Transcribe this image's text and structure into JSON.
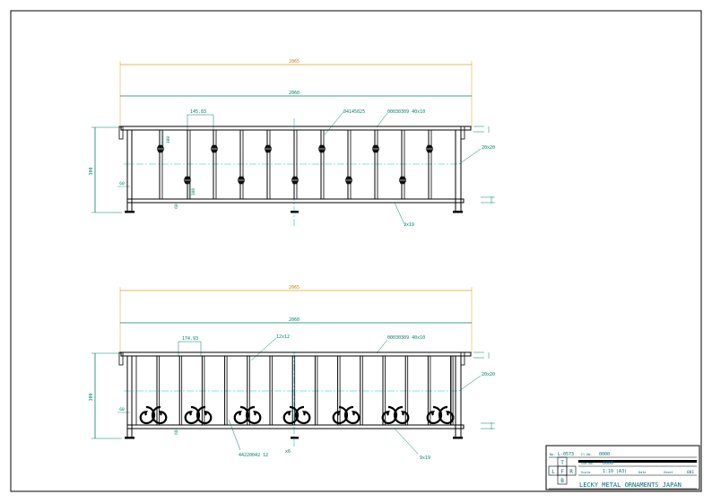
{
  "colors": {
    "dim_orange": "#e0a020",
    "dim_teal": "#00806a",
    "center_cyan": "#00c8e0",
    "frame": "#000000",
    "title_text": "#006a80"
  },
  "drawing1": {
    "overall_dim": "2065",
    "frame_dim": "2060",
    "bay_dim": "145.83",
    "part_code_1": "04145025",
    "part_code_2": "00030309  40x10",
    "height_dim": "300",
    "base_dim": "60",
    "foot_dim": "60",
    "small_dim_top": "100",
    "small_dim_bottom": "100",
    "post_dim": "20x20",
    "bar_dim": "9x19"
  },
  "drawing2": {
    "overall_dim": "2065",
    "frame_dim": "2060",
    "bay_dim": "174.93",
    "part_code_1": "12x12",
    "part_code_2": "00030309  40x10",
    "height_dim": "300",
    "base_dim": "60",
    "foot_dim": "60",
    "scroll_code": "44220042  12",
    "scroll_count": "x6",
    "post_dim": "20x20",
    "bar_dim": "9x19"
  },
  "title_block": {
    "no_label": "No.",
    "no_value": "L-0573",
    "rev_label": "Cl.No.",
    "rev_value": "0000",
    "sub_label": "Sub.No.",
    "sub_value": "0000",
    "scale_label": "Scale",
    "scale_value": "1:10 (A3)",
    "date_label": "Date",
    "sheet_label": "Sheet",
    "sheet_value": "001",
    "company": "LECKY METAL ORNAMENTS JAPAN",
    "view_t": "T",
    "view_l": "L",
    "view_f": "F",
    "view_r": "R",
    "view_b": "B"
  }
}
